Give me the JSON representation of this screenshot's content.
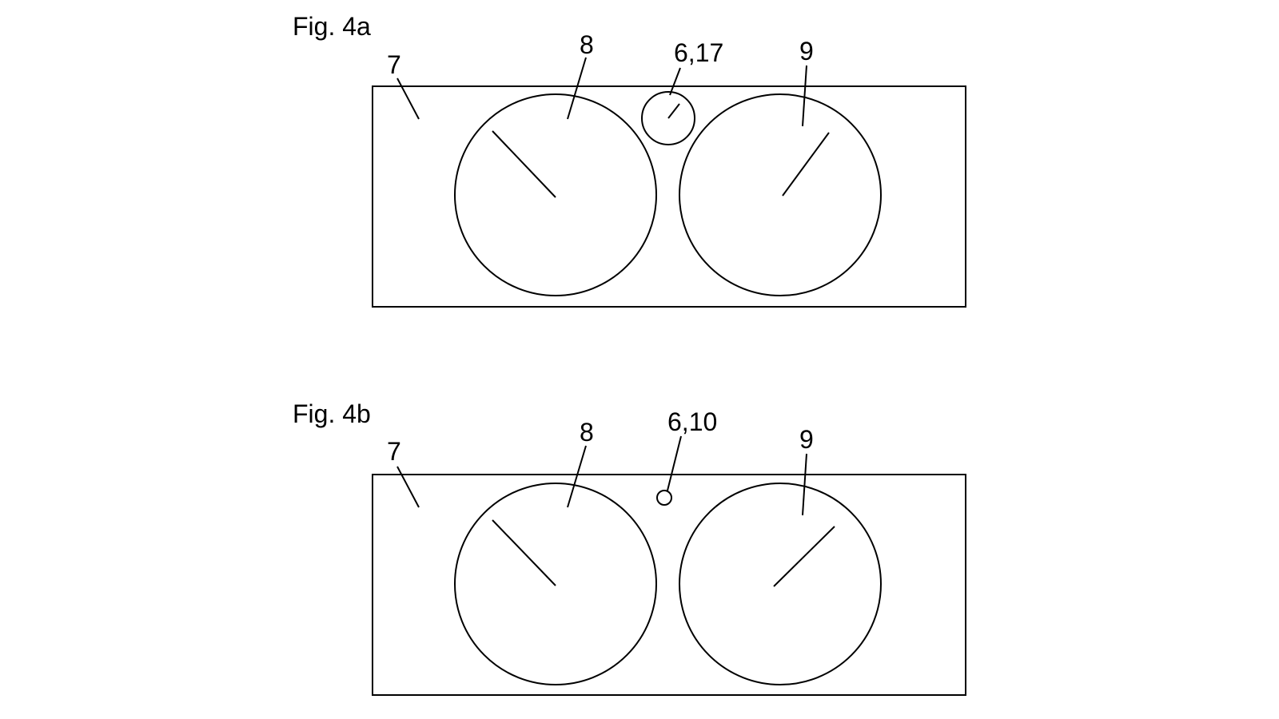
{
  "figures": [
    {
      "title": "Fig. 4a",
      "labels": {
        "housing": "7",
        "left_gauge": "8",
        "center_element": "6,17",
        "right_gauge": "9"
      }
    },
    {
      "title": "Fig. 4b",
      "labels": {
        "housing": "7",
        "left_gauge": "8",
        "center_element": "6,10",
        "right_gauge": "9"
      }
    }
  ],
  "colors": {
    "line": "#000000",
    "background": "#ffffff"
  }
}
